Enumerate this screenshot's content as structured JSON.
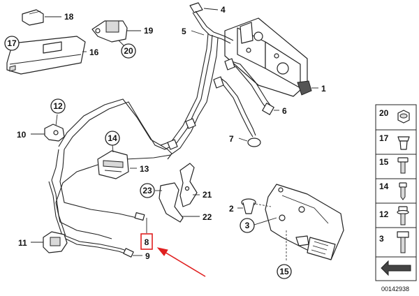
{
  "callouts": {
    "c1": "1",
    "c2": "2",
    "c3": "3",
    "c4": "4",
    "c5": "5",
    "c6": "6",
    "c7": "7",
    "c8": "8",
    "c9": "9",
    "c10": "10",
    "c11": "11",
    "c12": "12",
    "c13": "13",
    "c14": "14",
    "c15": "15",
    "c16": "16",
    "c17": "17",
    "c18": "18",
    "c19": "19",
    "c20": "20",
    "c21": "21",
    "c22": "22",
    "c23": "23"
  },
  "legend": {
    "items": [
      "20",
      "17",
      "15",
      "14",
      "12",
      "3"
    ]
  },
  "diagram_number": "00142938",
  "colors": {
    "highlight": "#e02020",
    "ink": "#222222",
    "legend_arrow": "#444444"
  }
}
